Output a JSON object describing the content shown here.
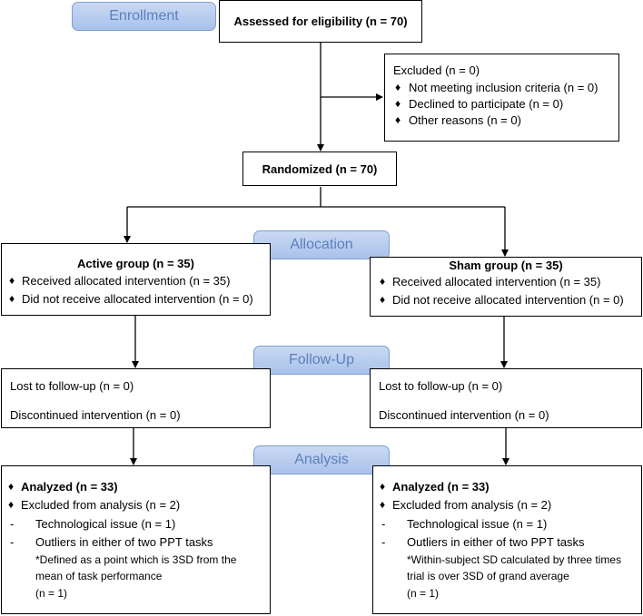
{
  "stages": {
    "enrollment": "Enrollment",
    "allocation": "Allocation",
    "followup": "Follow-Up",
    "analysis": "Analysis"
  },
  "bullet": "♦",
  "dash": "-",
  "assessed": "Assessed for eligibility (n = 70)",
  "excluded": {
    "title": "Excluded (n = 0)",
    "items": [
      "Not meeting inclusion criteria (n = 0)",
      "Declined to participate (n = 0)",
      "Other reasons (n = 0)"
    ]
  },
  "randomized": "Randomized (n = 70)",
  "active": {
    "title": "Active group (n = 35)",
    "items": [
      "Received allocated intervention (n = 35)",
      "Did not receive allocated intervention (n = 0)"
    ],
    "lost": "Lost to follow-up (n = 0)",
    "discontinued": "Discontinued intervention (n = 0)",
    "analyzed": "Analyzed (n = 33)",
    "excluded": "Excluded from analysis (n = 2)",
    "tech": "Technological issue (n = 1)",
    "outliers": "Outliers in either of two PPT tasks",
    "note1": "*Defined as a point which is 3SD from the",
    "note2": "mean of task performance",
    "n": "(n = 1)"
  },
  "sham": {
    "title": "Sham group (n = 35)",
    "items": [
      "Received allocated intervention (n = 35)",
      "Did not receive allocated intervention (n = 0)"
    ],
    "lost": "Lost to follow-up (n = 0)",
    "discontinued": "Discontinued intervention (n = 0)",
    "analyzed": "Analyzed (n = 33)",
    "excluded": "Excluded from analysis (n = 2)",
    "tech": "Technological issue (n = 1)",
    "outliers": "Outliers in either of two PPT tasks",
    "note1": "*Within-subject SD calculated by three times",
    "note2": "trial is over 3SD of grand average",
    "n": "(n = 1)"
  }
}
